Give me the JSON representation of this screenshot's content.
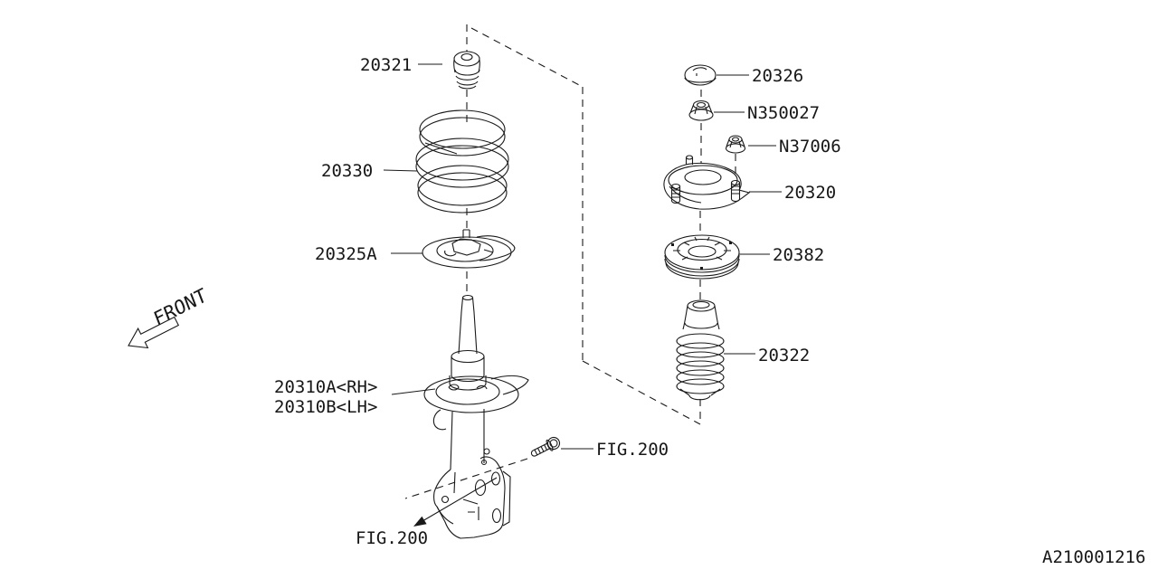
{
  "drawing": {
    "front_label": "FRONT",
    "code": "A210001216"
  },
  "callouts": {
    "bump_stop": "20321",
    "coil_spring": "20330",
    "spring_seat_lower": "20325A",
    "strut_rh": "20310A<RH>",
    "strut_lh": "20310B<LH>",
    "fig_ref_bolt": "FIG.200",
    "fig_ref_bracket": "FIG.200",
    "cap": "20326",
    "nut_self_lock": "N350027",
    "nut_flange": "N37006",
    "strut_mount": "20320",
    "spring_seat_upper": "20382",
    "dust_cover": "20322"
  }
}
